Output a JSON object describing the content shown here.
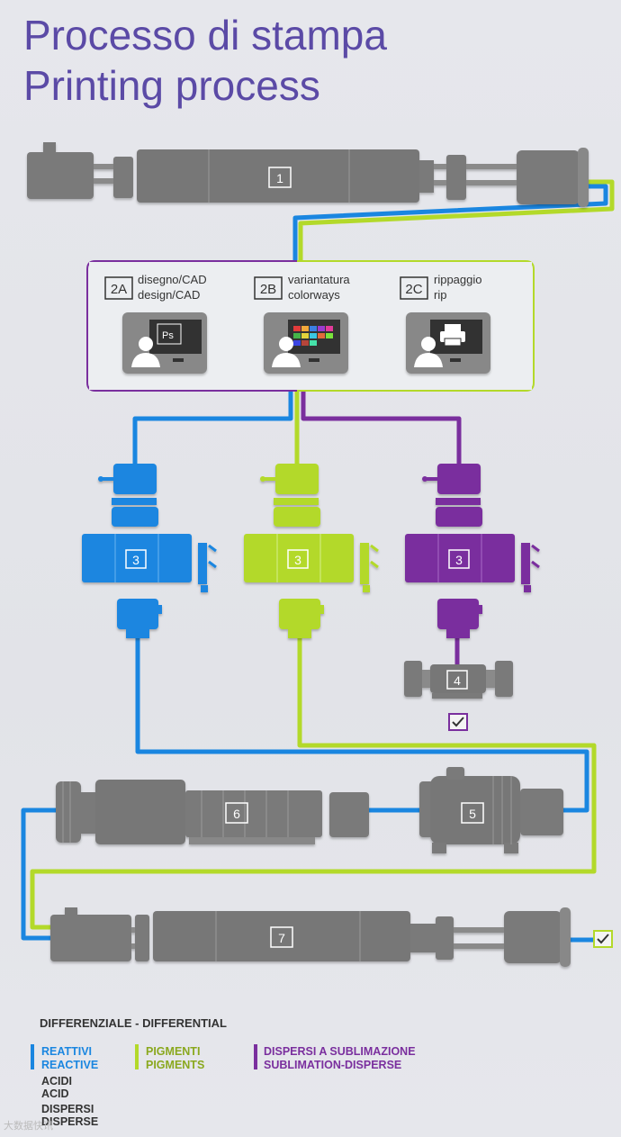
{
  "title": {
    "line1": "Processo di stampa",
    "line2": "Printing process"
  },
  "machines": {
    "m1": "1",
    "m3_blue": "3",
    "m3_green": "3",
    "m3_purple": "3",
    "m4": "4",
    "m5": "5",
    "m6": "6",
    "m7": "7"
  },
  "design_box": {
    "steps": [
      {
        "code": "2A",
        "label_it": "disegno/CAD",
        "label_en": "design/CAD",
        "screen": "Ps"
      },
      {
        "code": "2B",
        "label_it": "variantatura",
        "label_en": "colorways",
        "screen": ""
      },
      {
        "code": "2C",
        "label_it": "rippaggio",
        "label_en": "rip",
        "screen": ""
      }
    ]
  },
  "legend": {
    "title": "DIFFERENZIALE - DIFFERENTIAL",
    "reactive": {
      "it": "REATTIVI",
      "en": "REACTIVE"
    },
    "acid": {
      "it": "ACIDI",
      "en": "ACID"
    },
    "disperse": {
      "it": "DISPERSI",
      "en": "DISPERSE"
    },
    "pigment": {
      "it": "PIGMENTI",
      "en": "PIGMENTS"
    },
    "sublimation": {
      "it": "DISPERSI A SUBLIMAZIONE",
      "en": "SUBLIMATION-DISPERSE"
    }
  },
  "colors": {
    "blue": "#1a86e0",
    "green": "#b3d92a",
    "purple": "#7a2f9e",
    "machine_gray": "#7a7a7a",
    "title": "#5b4aa6"
  },
  "watermark": "大数据快讯"
}
